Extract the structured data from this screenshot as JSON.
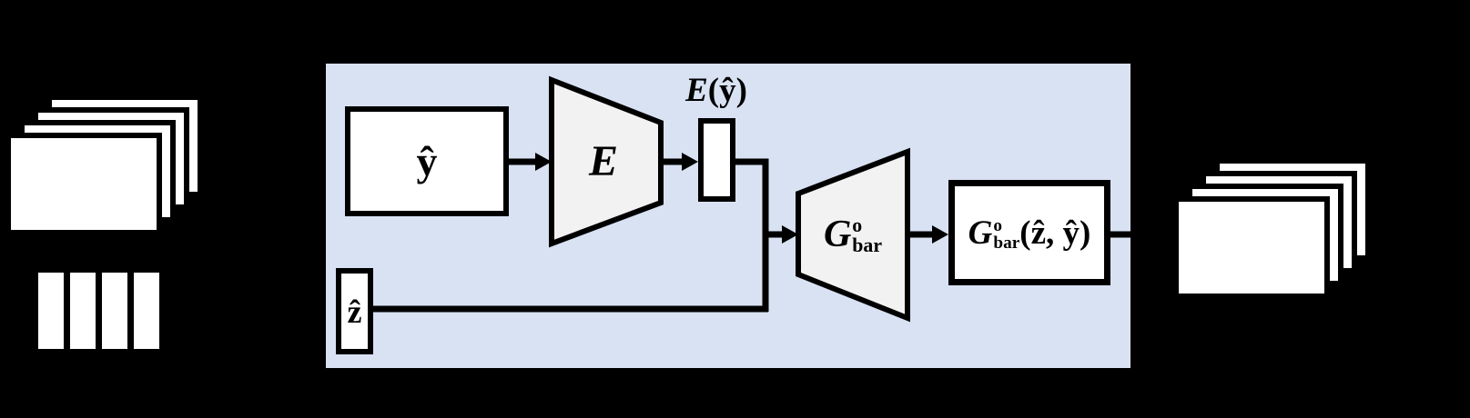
{
  "figure": {
    "colors": {
      "bg": "#000000",
      "panel": "#D9E2F3",
      "shape-fill": "#F2F2F2",
      "stroke": "#000000",
      "card": "#FFFFFF"
    },
    "left_stack": {
      "frame_count": 4,
      "bar_count": 4
    },
    "right_stack": {
      "frame_count": 4
    },
    "nodes": {
      "input_box": {
        "label": "ŷ"
      },
      "encoder": {
        "label": "E"
      },
      "code_label": {
        "fn": "E",
        "arg": "(ŷ)"
      },
      "latent_box": {
        "label": "ẑ"
      },
      "generator": {
        "base": "G",
        "sup": "o",
        "sub": "bar"
      },
      "output_box": {
        "base": "G",
        "sup": "o",
        "sub": "bar",
        "args": "(ẑ, ŷ)"
      }
    }
  }
}
